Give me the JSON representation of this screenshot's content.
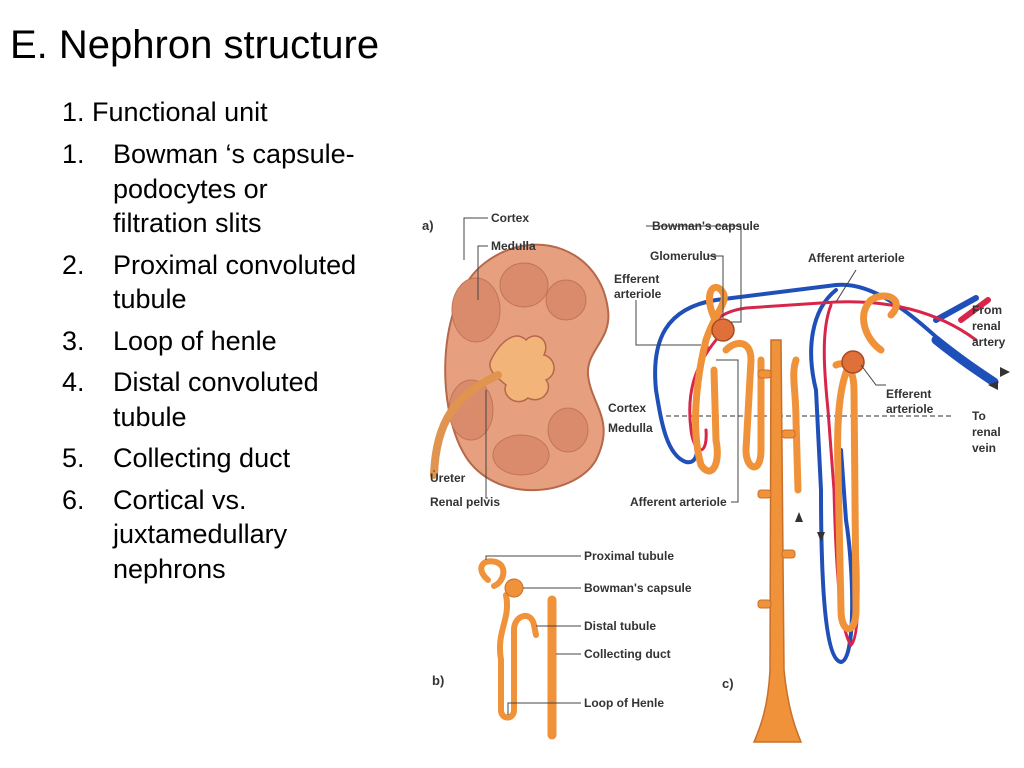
{
  "slide": {
    "title": "E.  Nephron structure",
    "subline": "1.  Functional unit",
    "items": [
      {
        "num": "1.",
        "text": "Bowman ‘s capsule- podocytes or filtration slits"
      },
      {
        "num": "2.",
        "text": "Proximal convoluted tubule"
      },
      {
        "num": "3.",
        "text": "Loop of henle"
      },
      {
        "num": "4.",
        "text": "Distal convoluted tubule"
      },
      {
        "num": "5.",
        "text": "Collecting duct"
      },
      {
        "num": "6.",
        "text": "Cortical vs. juxtamedullary nephrons"
      }
    ]
  },
  "figure": {
    "panel_a": {
      "letter": "a)",
      "labels": {
        "cortex": "Cortex",
        "medulla": "Medulla",
        "ureter": "Ureter",
        "renal_pelvis": "Renal pelvis"
      }
    },
    "panel_b": {
      "letter": "b)",
      "labels": {
        "proximal_tubule": "Proximal tubule",
        "bowmans_capsule": "Bowman's capsule",
        "distal_tubule": "Distal tubule",
        "collecting_duct": "Collecting duct",
        "loop_of_henle": "Loop of Henle"
      }
    },
    "panel_c": {
      "letter": "c)",
      "labels": {
        "bowmans_capsule": "Bowman's capsule",
        "glomerulus": "Glomerulus",
        "efferent_arteriole_1": "Efferent",
        "efferent_arteriole_2": "arteriole",
        "afferent_arteriole_top": "Afferent arteriole",
        "from_renal_1": "From",
        "from_renal_2": "renal",
        "from_renal_3": "artery",
        "efferent_right_1": "Efferent",
        "efferent_right_2": "arteriole",
        "to_renal_1": "To",
        "to_renal_2": "renal",
        "to_renal_3": "vein",
        "cortex": "Cortex",
        "medulla": "Medulla",
        "afferent_arteriole_bottom": "Afferent arteriole"
      }
    },
    "colors": {
      "tubule": "#f0923a",
      "kidney": "#e6a080",
      "artery": "#d8254a",
      "vein": "#1f4fb8",
      "leader": "#444444"
    }
  }
}
